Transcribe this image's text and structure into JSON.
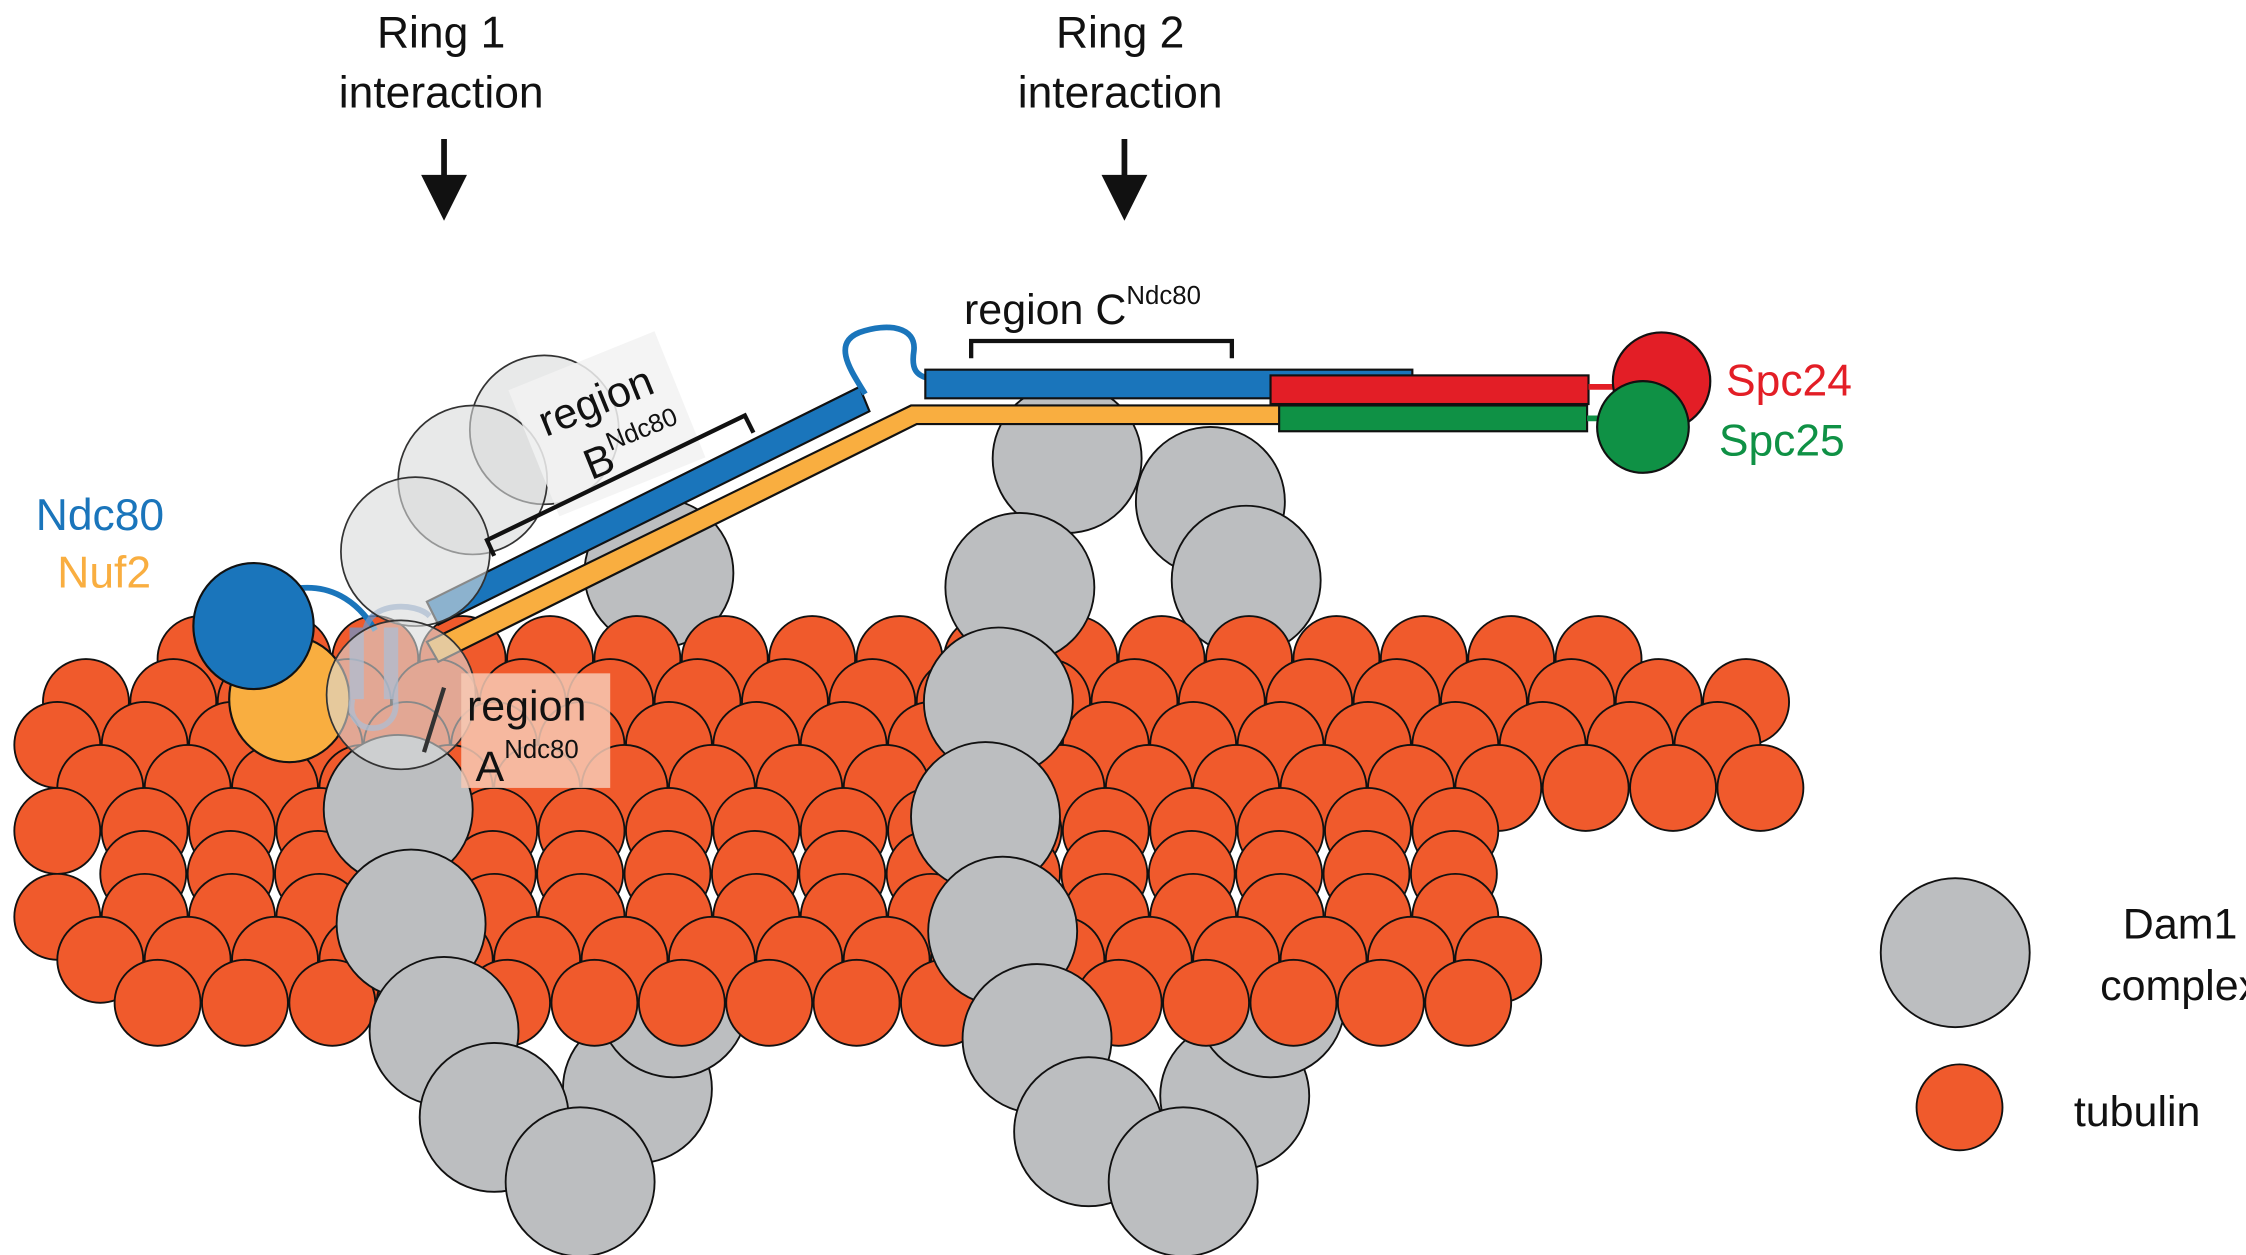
{
  "colors": {
    "ndc80": "#1a75bb",
    "nuf2": "#f9ae40",
    "spc24": "#e31e26",
    "spc25": "#0f9145",
    "tubulin": "#f05a2c",
    "dam1": "#bcbec0"
  },
  "ring1": {
    "line1": "Ring 1",
    "line2": "interaction"
  },
  "ring2": {
    "line1": "Ring 2",
    "line2": "interaction"
  },
  "regionA": {
    "label": "region",
    "letter": "A",
    "sup": "Ndc80"
  },
  "regionB": {
    "label": "region",
    "letter": "B",
    "sup": "Ndc80"
  },
  "regionC": {
    "label": "region C",
    "sup": "Ndc80"
  },
  "proteins": {
    "ndc80": "Ndc80",
    "nuf2": "Nuf2",
    "spc24": "Spc24",
    "spc25": "Spc25"
  },
  "legend": {
    "dam1_line1": "Dam1",
    "dam1_line2": "complex",
    "tubulin": "tubulin"
  }
}
